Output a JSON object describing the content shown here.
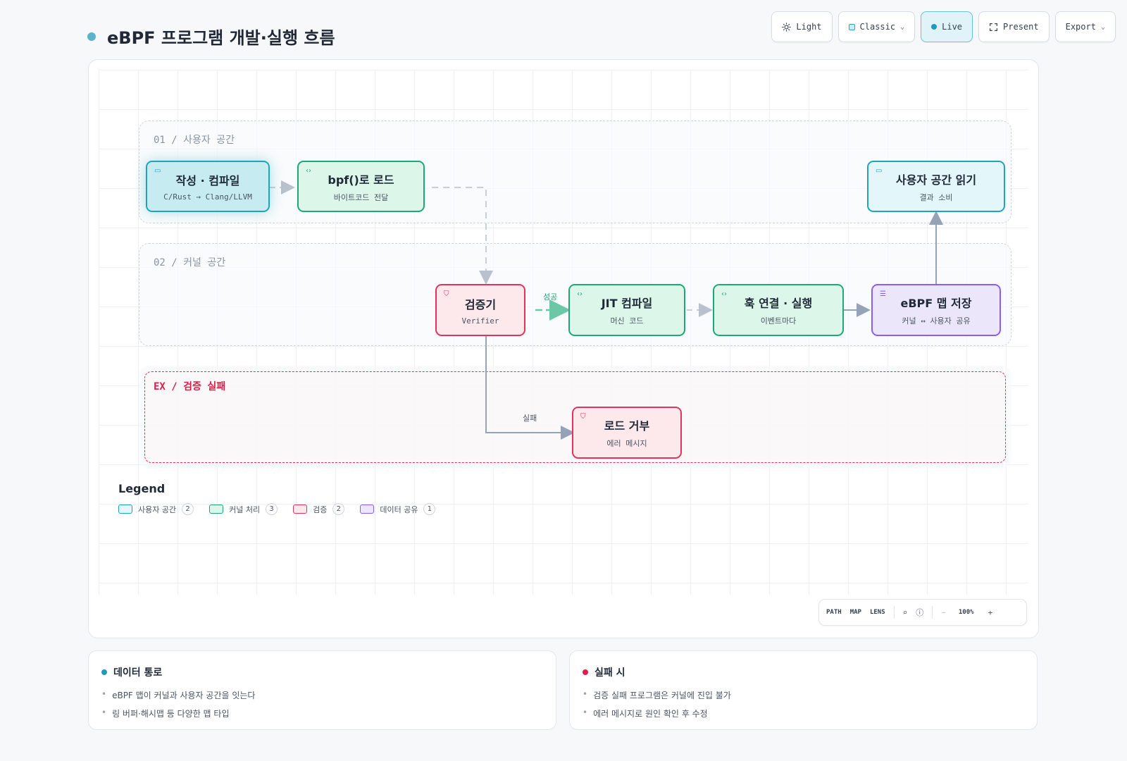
{
  "header": {
    "title": "eBPF 프로그램 개발·실행 흐름"
  },
  "toolbar": {
    "light": "Light",
    "theme": "Classic",
    "live": "Live",
    "present": "Present",
    "export": "Export"
  },
  "zones": {
    "user": "01 / 사용자 공간",
    "kernel": "02 / 커널 공간",
    "ex": "EX / 검증 실패"
  },
  "nodes": {
    "compile": {
      "title": "작성 · 컴파일",
      "sub": "C/Rust → Clang/LLVM"
    },
    "load": {
      "title": "bpf()로 로드",
      "sub": "바이트코드 전달"
    },
    "read": {
      "title": "사용자 공간 읽기",
      "sub": "결과 소비"
    },
    "verifier": {
      "title": "검증기",
      "sub": "Verifier"
    },
    "jit": {
      "title": "JIT 컴파일",
      "sub": "머신 코드"
    },
    "hook": {
      "title": "훅 연결 · 실행",
      "sub": "이벤트마다"
    },
    "map": {
      "title": "eBPF 맵 저장",
      "sub": "커널 ↔ 사용자 공유"
    },
    "reject": {
      "title": "로드 거부",
      "sub": "에러 메시지"
    }
  },
  "edges": {
    "success": "성공",
    "fail": "실패"
  },
  "legend": {
    "title": "Legend",
    "items": [
      {
        "label": "사용자 공간",
        "count": "2",
        "color": "#22a3bd"
      },
      {
        "label": "커널 처리",
        "count": "3",
        "color": "#1fa777"
      },
      {
        "label": "검증",
        "count": "2",
        "color": "#e0345e"
      },
      {
        "label": "데이터 공유",
        "count": "1",
        "color": "#8b5cf6"
      }
    ]
  },
  "controls": {
    "path": "PATH",
    "map": "MAP",
    "lens": "LENS",
    "zoom": "100%",
    "minus": "−",
    "plus": "+"
  },
  "info": {
    "data": {
      "title": "데이터 통로",
      "bullets": [
        "eBPF 맵이 커널과 사용자 공간을 잇는다",
        "링 버퍼·해시맵 등 다양한 맵 타입"
      ]
    },
    "fail": {
      "title": "실패 시",
      "bullets": [
        "검증 실패 프로그램은 커널에 진입 불가",
        "에러 메시지로 원인 확인 후 수정"
      ]
    }
  }
}
